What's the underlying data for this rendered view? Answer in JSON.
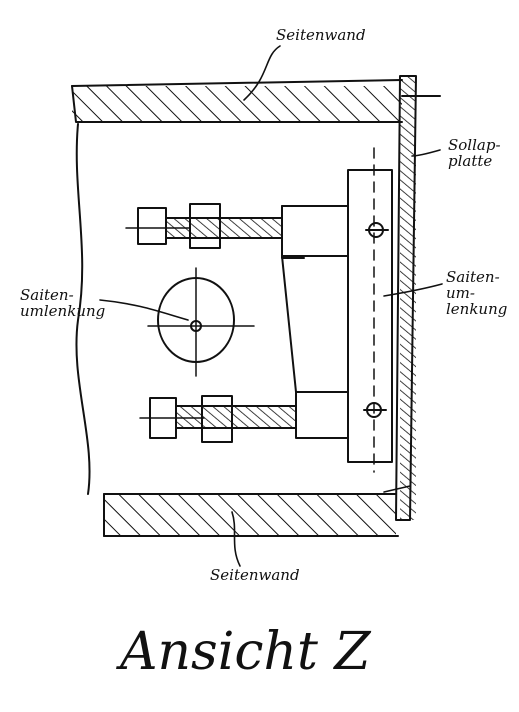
{
  "labels": {
    "wall_top": "Seitenwand",
    "wall_bottom": "Seitenwand",
    "base_plate": "Sollap-\nplatte",
    "deflection_right": "Saiten-\num-\nlenkung",
    "deflection_left": "Saiten-\numlenkung"
  },
  "title": "Ansicht Z",
  "ink_color": "#111111"
}
